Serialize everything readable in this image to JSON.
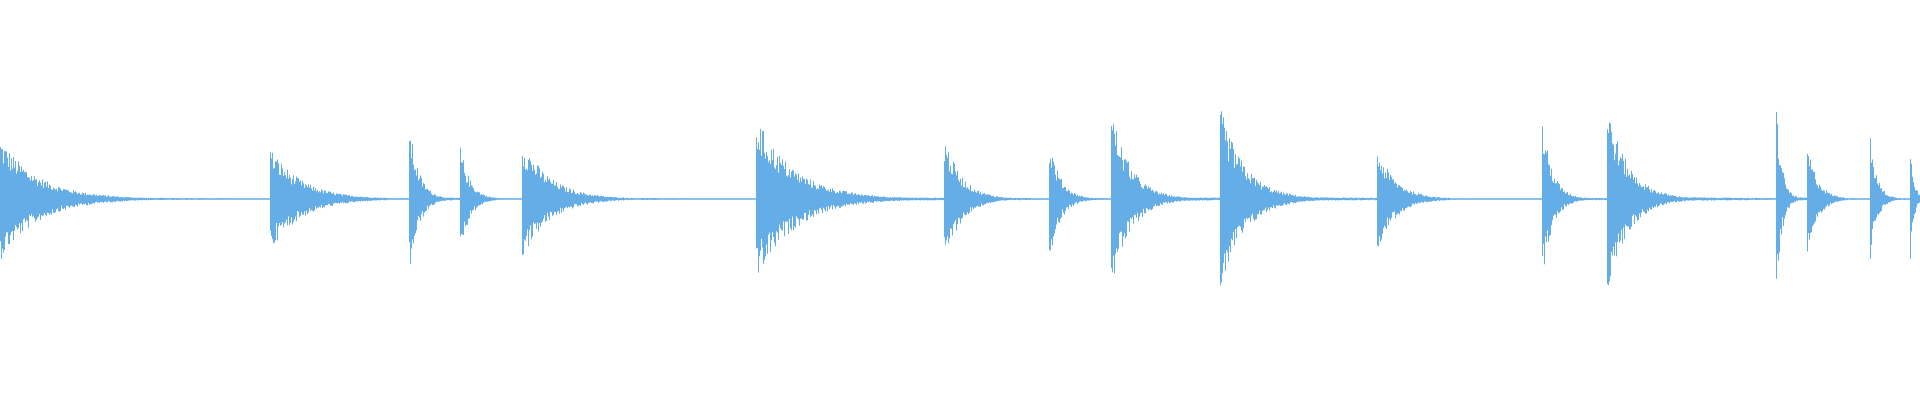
{
  "waveform": {
    "color": "#64ADE6",
    "background": "#FFFFFF",
    "hits": [
      {
        "time": 0.0,
        "amplitude": 0.64,
        "decay": 0.11
      },
      {
        "time": 0.141,
        "amplitude": 0.54,
        "decay": 0.09
      },
      {
        "time": 0.213,
        "amplitude": 0.79,
        "decay": 0.028
      },
      {
        "time": 0.24,
        "amplitude": 0.56,
        "decay": 0.028
      },
      {
        "time": 0.272,
        "amplitude": 0.62,
        "decay": 0.08
      },
      {
        "time": 0.394,
        "amplitude": 0.86,
        "decay": 0.11
      },
      {
        "time": 0.492,
        "amplitude": 0.66,
        "decay": 0.05
      },
      {
        "time": 0.547,
        "amplitude": 0.63,
        "decay": 0.032
      },
      {
        "time": 0.579,
        "amplitude": 0.96,
        "decay": 0.055
      },
      {
        "time": 0.636,
        "amplitude": 0.97,
        "decay": 0.07
      },
      {
        "time": 0.718,
        "amplitude": 0.53,
        "decay": 0.055
      },
      {
        "time": 0.804,
        "amplitude": 0.83,
        "decay": 0.03
      },
      {
        "time": 0.838,
        "amplitude": 1.0,
        "decay": 0.06
      },
      {
        "time": 0.926,
        "amplitude": 1.0,
        "decay": 0.016
      },
      {
        "time": 0.942,
        "amplitude": 0.58,
        "decay": 0.03
      },
      {
        "time": 0.975,
        "amplitude": 0.64,
        "decay": 0.02
      },
      {
        "time": 0.996,
        "amplitude": 0.68,
        "decay": 0.01
      }
    ]
  }
}
